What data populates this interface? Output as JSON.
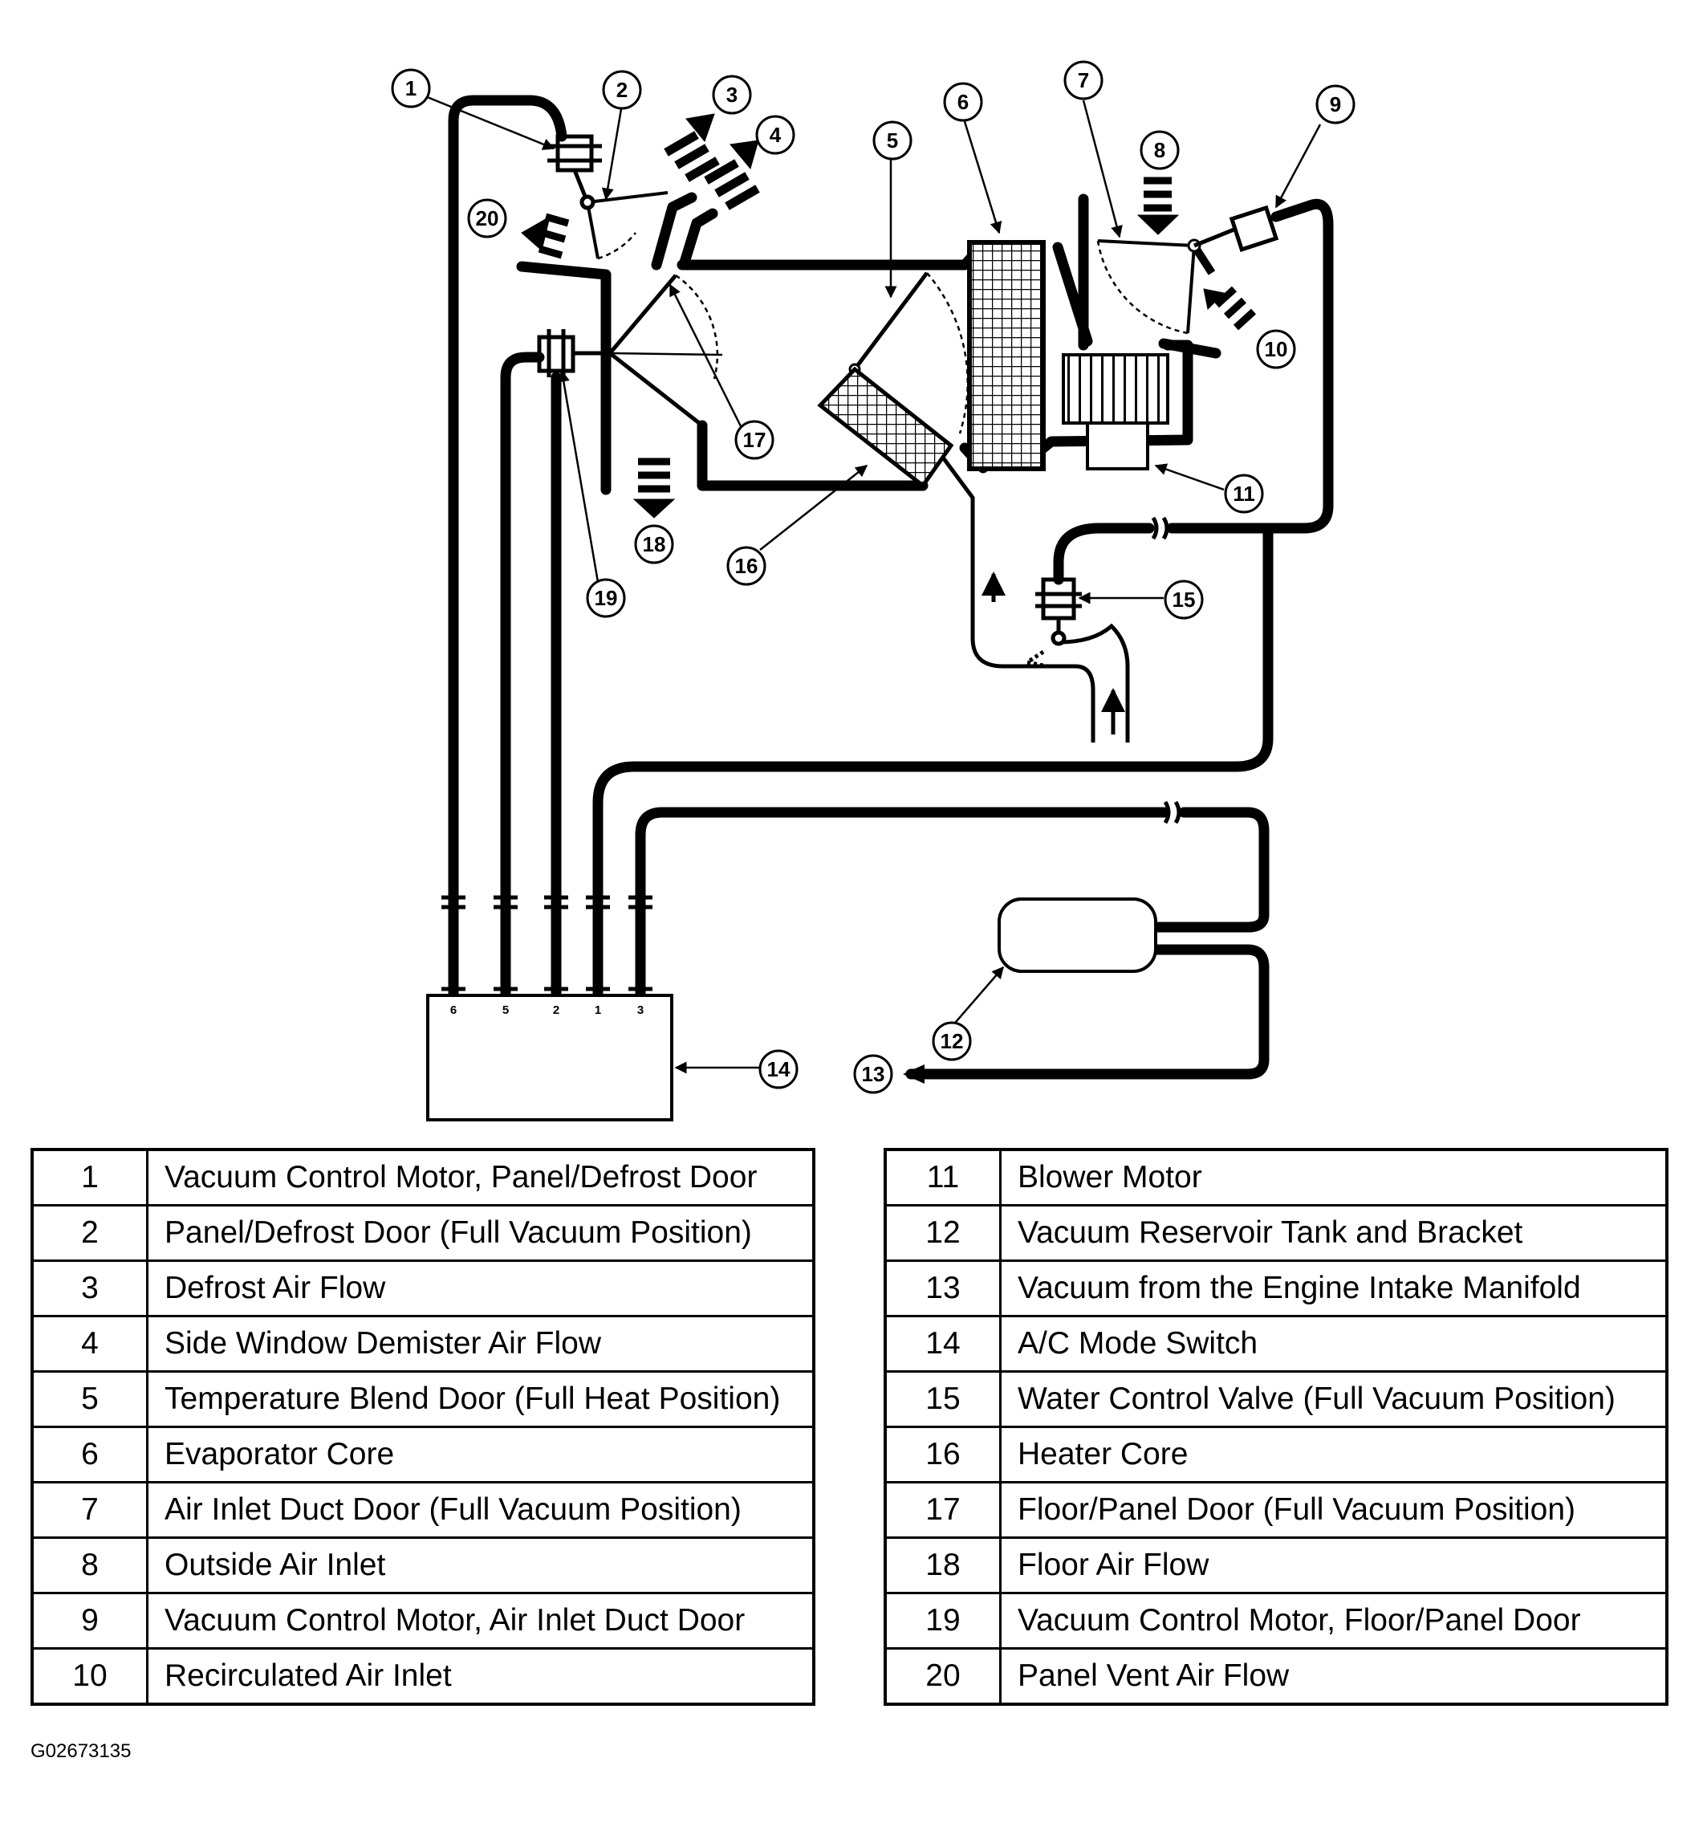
{
  "figure_code": "G02673135",
  "callouts": [
    "1",
    "2",
    "3",
    "4",
    "5",
    "6",
    "7",
    "8",
    "9",
    "10",
    "11",
    "12",
    "13",
    "14",
    "15",
    "16",
    "17",
    "18",
    "19",
    "20"
  ],
  "switch_ports": [
    "6",
    "5",
    "2",
    "1",
    "3"
  ],
  "legend_left": [
    {
      "num": "1",
      "desc": "Vacuum Control Motor, Panel/Defrost Door"
    },
    {
      "num": "2",
      "desc": "Panel/Defrost Door (Full Vacuum Position)"
    },
    {
      "num": "3",
      "desc": "Defrost Air Flow"
    },
    {
      "num": "4",
      "desc": "Side Window Demister Air Flow"
    },
    {
      "num": "5",
      "desc": "Temperature Blend Door (Full Heat Position)"
    },
    {
      "num": "6",
      "desc": "Evaporator Core"
    },
    {
      "num": "7",
      "desc": "Air Inlet Duct Door (Full Vacuum Position)"
    },
    {
      "num": "8",
      "desc": "Outside Air Inlet"
    },
    {
      "num": "9",
      "desc": "Vacuum Control Motor, Air Inlet Duct Door"
    },
    {
      "num": "10",
      "desc": "Recirculated Air Inlet"
    }
  ],
  "legend_right": [
    {
      "num": "11",
      "desc": "Blower Motor"
    },
    {
      "num": "12",
      "desc": "Vacuum Reservoir Tank and Bracket"
    },
    {
      "num": "13",
      "desc": "Vacuum from the Engine Intake Manifold"
    },
    {
      "num": "14",
      "desc": "A/C Mode Switch"
    },
    {
      "num": "15",
      "desc": "Water Control Valve (Full Vacuum Position)"
    },
    {
      "num": "16",
      "desc": "Heater Core"
    },
    {
      "num": "17",
      "desc": "Floor/Panel Door (Full Vacuum Position)"
    },
    {
      "num": "18",
      "desc": "Floor Air Flow"
    },
    {
      "num": "19",
      "desc": "Vacuum Control Motor, Floor/Panel Door"
    },
    {
      "num": "20",
      "desc": "Panel Vent Air Flow"
    }
  ]
}
